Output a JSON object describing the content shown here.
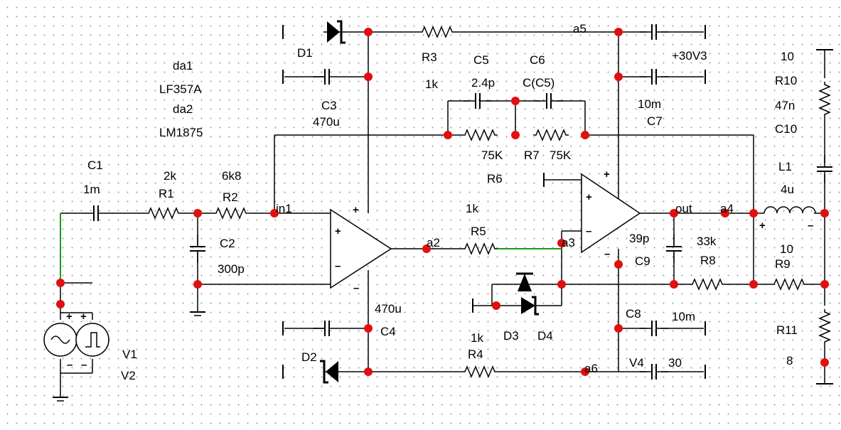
{
  "colors": {
    "wire": "#000000",
    "node": "#e01010",
    "green_wire": "#1a9a1a"
  },
  "icons": [
    "resistor-icon",
    "capacitor-icon",
    "inductor-icon",
    "diode-icon",
    "zener-icon",
    "opamp-icon",
    "ground-icon",
    "sine-source-icon",
    "pulse-source-icon"
  ],
  "labels": {
    "D1": "D1",
    "R3": "R3",
    "a5": "a5",
    "V3": "+30V3",
    "da1": "da1",
    "da1_model": "LF357A",
    "da2": "da2",
    "da2_model": "LM1875",
    "C5": "C5",
    "C5_val": "2.4p",
    "C6": "C6",
    "C6_val": "C(C5)",
    "R3_val": "1k",
    "C3": "C3",
    "C3_val": "470u",
    "C7_val": "10m",
    "C7": "C7",
    "R6_val": "75K",
    "R7": "R7",
    "R7_val": "75K",
    "R6": "R6",
    "R10_val": "10",
    "R10": "R10",
    "C10_val": "47n",
    "C10": "C10",
    "L1": "L1",
    "L1_val": "4u",
    "C1": "C1",
    "C1_val": "1m",
    "R1_val": "2k",
    "R1": "R1",
    "R2_val": "6k8",
    "R2": "R2",
    "in1": "in1",
    "C2": "C2",
    "C2_val": "300p",
    "R5_val": "1k",
    "a2": "a2",
    "R5": "R5",
    "a3": "a3",
    "out": "out",
    "a4": "a4",
    "C9_val": "39p",
    "R8_val": "33k",
    "C9": "C9",
    "R8": "R8",
    "R9_val": "10",
    "R9": "R9",
    "C4_val": "470u",
    "C4": "C4",
    "R4_val": "1k",
    "R4": "R4",
    "D3": "D3",
    "D4": "D4",
    "C8": "C8",
    "C8_val": "10m",
    "R11": "R11",
    "R11_val": "8",
    "V1": "V1",
    "V2": "V2",
    "D2": "D2",
    "a6": "a6",
    "V4": "V4",
    "V4_val": "30",
    "plus": "+",
    "minus": "–"
  }
}
